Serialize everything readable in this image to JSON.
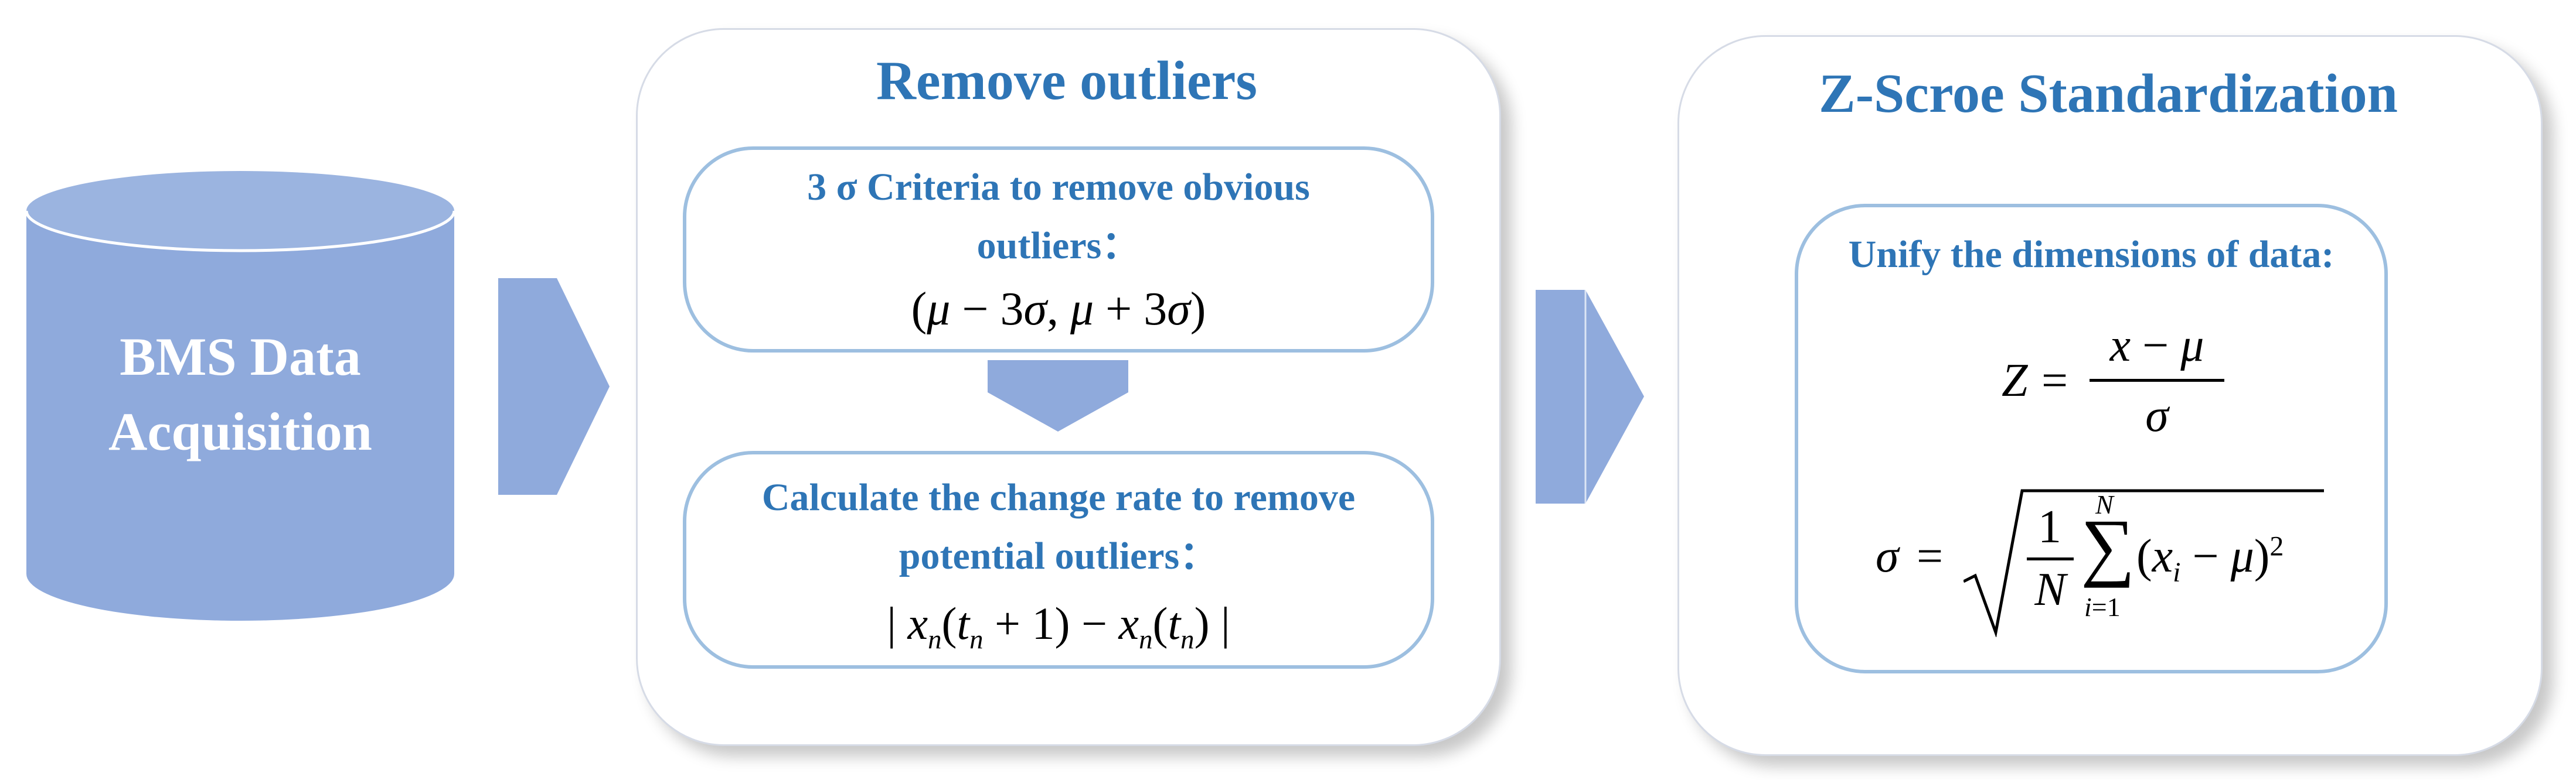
{
  "source": {
    "title_line1": "BMS Data",
    "title_line2": "Acquisition"
  },
  "outliers": {
    "title": "Remove outliers",
    "box1_line1": "3 σ Criteria to remove obvious",
    "box1_line2": "outliers：",
    "box1_formula": "(μ − 3σ, μ + 3σ)",
    "box2_line1": "Calculate the change rate to remove",
    "box2_line2": "potential outliers：",
    "box2_formula": "| xn(tn + 1) − xn(tn) |"
  },
  "standardization": {
    "title": "Z-Scroe Standardization",
    "box_label": "Unify the dimensions of data:",
    "z_formula": "Z = (x − μ) / σ",
    "sigma_formula": "σ = √( (1/N) Σ_{i=1}^{N} (xi − μ)² )"
  },
  "colors": {
    "accent": "#2e75b6",
    "shape_fill": "#8faadc",
    "inner_border": "#9dbfe0"
  }
}
